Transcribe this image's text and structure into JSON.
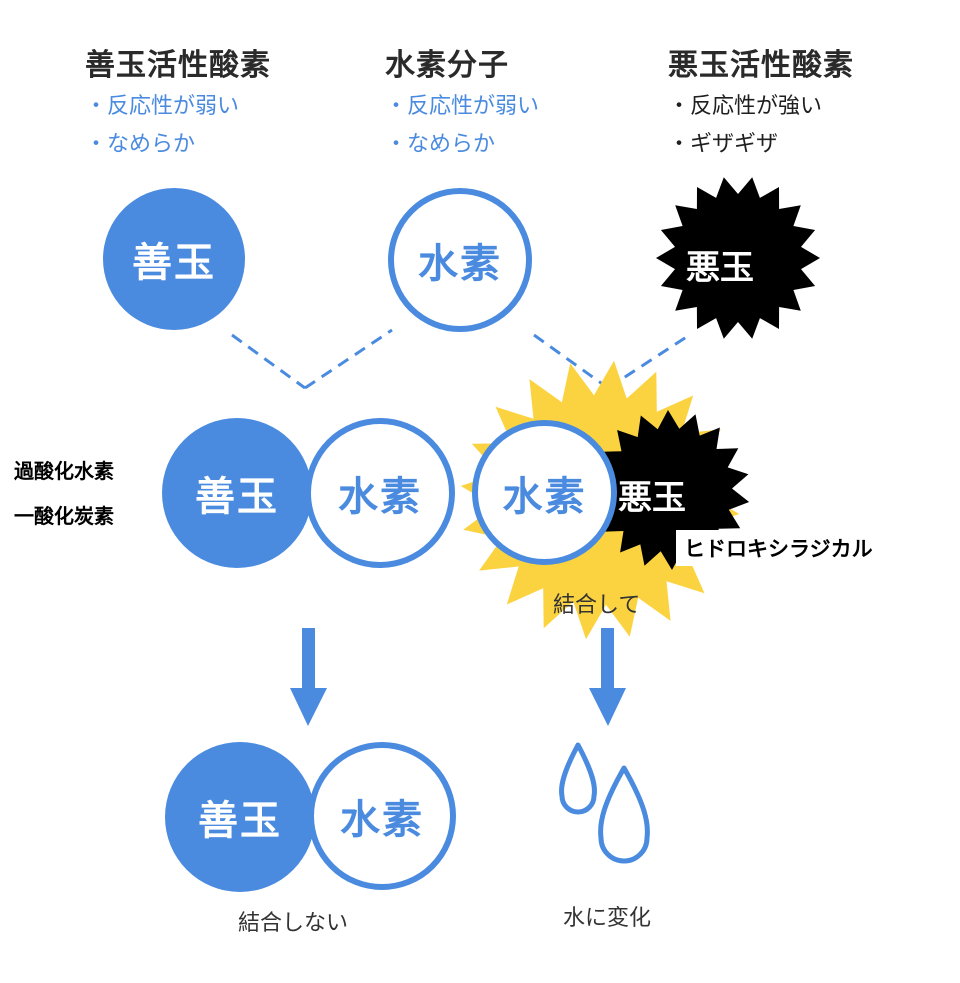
{
  "columns": [
    {
      "title": "善玉活性酸素",
      "traits": [
        "・反応性が弱い",
        "・なめらか"
      ],
      "trait_color": "#4a8be0"
    },
    {
      "title": "水素分子",
      "traits": [
        "・反応性が弱い",
        "・なめらか"
      ],
      "trait_color": "#4a8be0"
    },
    {
      "title": "悪玉活性酸素",
      "traits": [
        "・反応性が強い",
        "・ギザギザ"
      ],
      "trait_color": "#1f1f1f"
    }
  ],
  "labels": {
    "zendama": "善玉",
    "suiso": "水素",
    "akudama": "悪玉"
  },
  "side_labels": [
    "過酸化水素",
    "一酸化炭素"
  ],
  "hydroxyl_label": "ヒドロキシラジカル",
  "captions": {
    "bond": "結合して",
    "no_bond": "結合しない",
    "water": "水に変化"
  },
  "colors": {
    "blue": "#4a8be0",
    "black": "#000000",
    "yellow": "#fbd341",
    "white": "#ffffff"
  }
}
